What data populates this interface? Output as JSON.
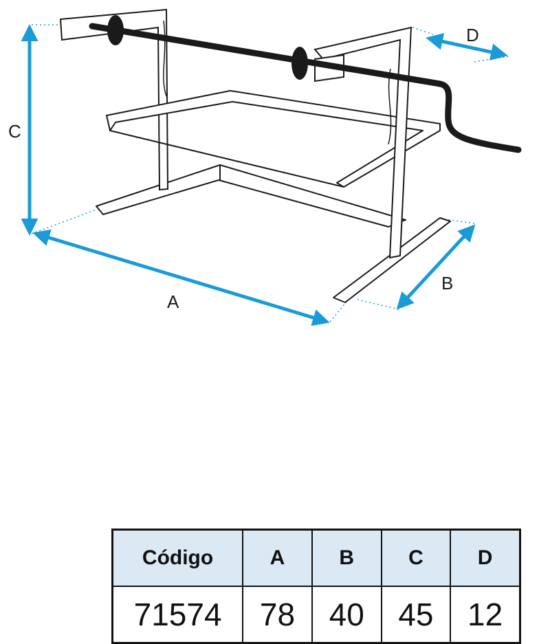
{
  "dimension_labels": {
    "a": "A",
    "b": "B",
    "c": "C",
    "d": "D"
  },
  "colors": {
    "arrow": "#1a9bd7",
    "line": "#1a1a1a",
    "header_bg": "#dbe9f4"
  },
  "table": {
    "headers": [
      "Código",
      "A",
      "B",
      "C",
      "D"
    ],
    "row": [
      "71574",
      "78",
      "40",
      "45",
      "12"
    ]
  }
}
